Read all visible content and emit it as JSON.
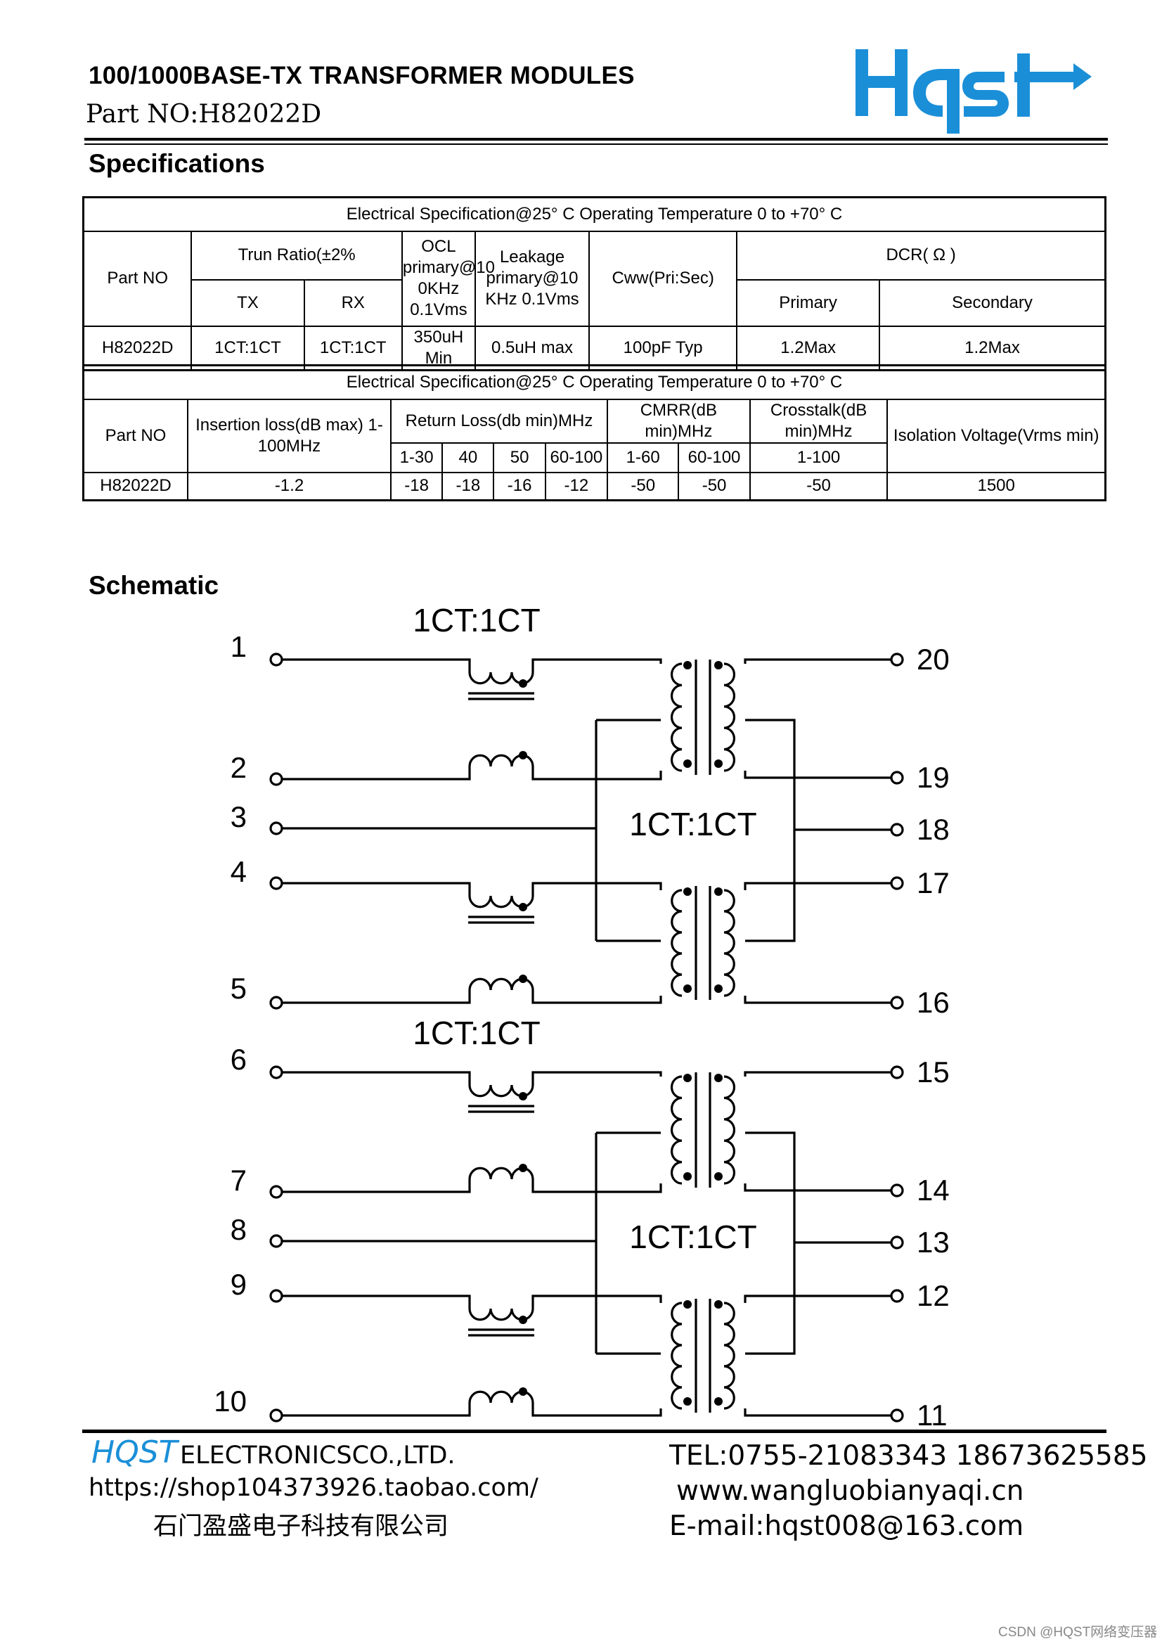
{
  "header": {
    "title": "100/1000BASE-TX TRANSFORMER MODULES",
    "part_no": "Part NO:H82022D",
    "logo_text": "Hqst",
    "logo_color": "#1a8fd8"
  },
  "specifications": {
    "heading": "Specifications",
    "table1": {
      "caption": "Electrical Specification@25° C Operating Temperature 0 to +70° C",
      "h_part_no": "Part NO",
      "h_turn_ratio": "Trun Ratio(±2%",
      "h_tx": "TX",
      "h_rx": "RX",
      "h_ocl": "OCL primary@10 0KHz 0.1Vms",
      "h_leakage": "Leakage primary@10 KHz 0.1Vms",
      "h_cww": "Cww(Pri:Sec)",
      "h_dcr": "DCR( Ω )",
      "h_primary": "Primary",
      "h_secondary": "Secondary",
      "row": {
        "part": "H82022D",
        "tx": "1CT:1CT",
        "rx": "1CT:1CT",
        "ocl": "350uH Min",
        "leakage": "0.5uH max",
        "cww": "100pF Typ",
        "dcr_primary": "1.2Max",
        "dcr_secondary": "1.2Max"
      }
    },
    "table2": {
      "caption": "Electrical Specification@25° C Operating Temperature 0 to +70° C",
      "h_part_no": "Part NO",
      "h_insertion": "Insertion loss(dB max) 1-100MHz",
      "h_return": "Return Loss(db min)MHz",
      "h_cmrr": "CMRR(dB min)MHz",
      "h_crosstalk": "Crosstalk(dB min)MHz",
      "h_isolation": "Isolation Voltage(Vrms min)",
      "rl_bands": [
        "1-30",
        "40",
        "50",
        "60-100"
      ],
      "cmrr_bands": [
        "1-60",
        "60-100"
      ],
      "crosstalk_band": "1-100",
      "row": {
        "part": "H82022D",
        "insertion": "-1.2",
        "rl": [
          "-18",
          "-18",
          "-16",
          "-12"
        ],
        "cmrr": [
          "-50",
          "-50"
        ],
        "crosstalk": "-50",
        "isolation": "1500"
      }
    }
  },
  "schematic": {
    "heading": "Schematic",
    "channels": [
      {
        "choke_label": "1CT:1CT",
        "transformer_label": "1CT:1CT",
        "left_pins": [
          "1",
          "2",
          "3",
          "4",
          "5"
        ],
        "right_pins": [
          "20",
          "19",
          "18",
          "17",
          "16"
        ]
      },
      {
        "choke_label": "1CT:1CT",
        "transformer_label": "1CT:1CT",
        "left_pins": [
          "6",
          "7",
          "8",
          "9",
          "10"
        ],
        "right_pins": [
          "15",
          "14",
          "13",
          "12",
          "11"
        ]
      }
    ]
  },
  "footer": {
    "brand": "HQST",
    "company": "ELECTRONICSCO.,LTD.",
    "shop_url": "https://shop104373926.taobao.com/",
    "company_cn": "石门盈盛电子科技有限公司",
    "tel": "TEL:0755-21083343  18673625585",
    "website": "www.wangluobianyaqi.cn",
    "email": "E-mail:hqst008@163.com",
    "watermark": "CSDN @HQST网络变压器"
  }
}
